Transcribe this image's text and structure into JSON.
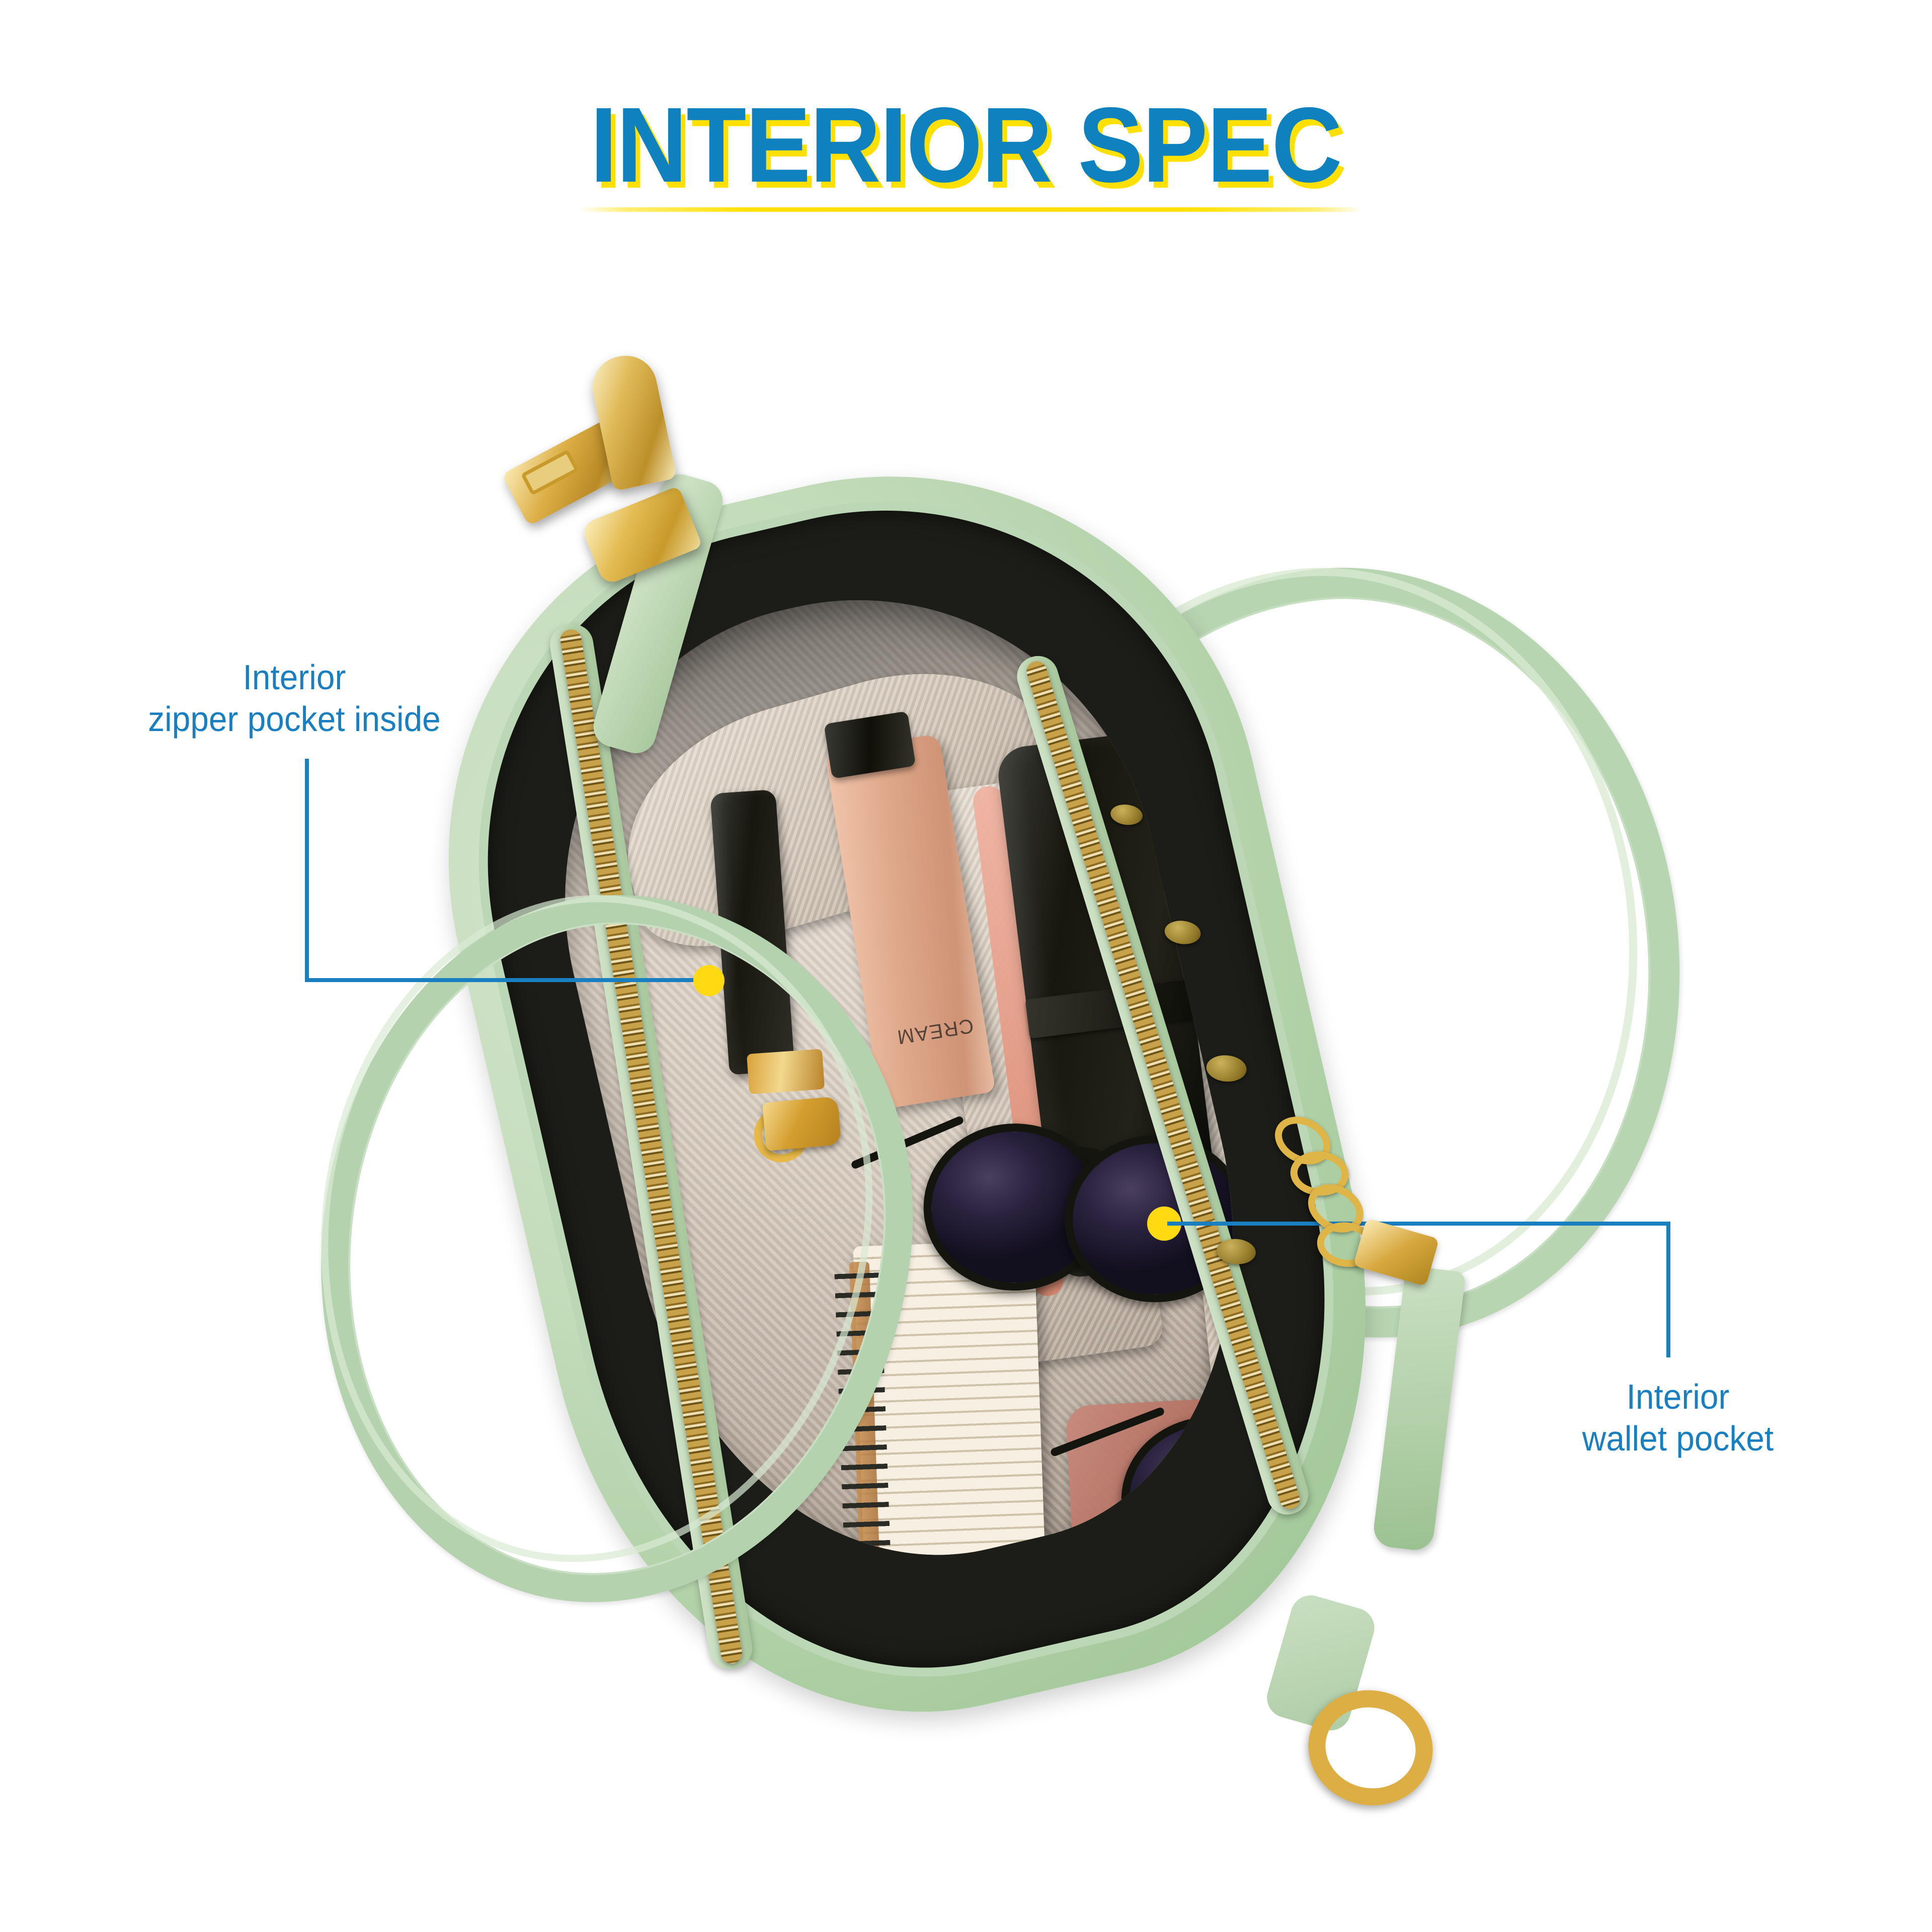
{
  "header": {
    "title": "INTERIOR SPEC",
    "title_color": "#0f81bf",
    "title_shadow_color": "#ffe000",
    "underline_color": "#ffe000"
  },
  "callouts": [
    {
      "id": "interior-zipper-pocket",
      "text": "Interior\nzipper pocket inside",
      "color": "#1a7fc1",
      "marker_color": "#ffd912",
      "position": "left"
    },
    {
      "id": "interior-wallet-pocket",
      "text": "Interior\nwallet pocket",
      "color": "#1a7fc1",
      "marker_color": "#ffd912",
      "position": "right"
    }
  ],
  "product": {
    "name": "handbag",
    "body_color": "#b5d2ae",
    "lining_color": "#d6cabd",
    "hardware_color": "#dcae44",
    "interior_color": "#17170f",
    "bottle_label": "CREAM"
  }
}
